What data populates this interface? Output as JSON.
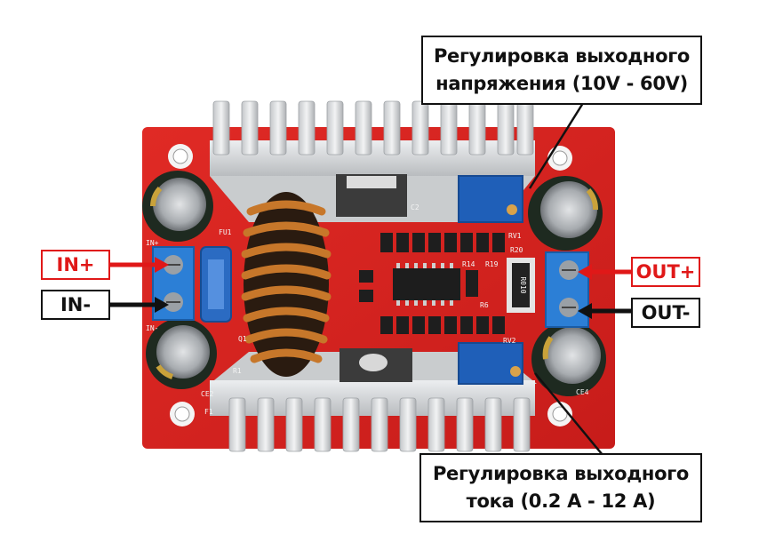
{
  "callouts": {
    "voltage": {
      "line1": "Регулировка выходного",
      "line2": "напряжения (10V - 60V)"
    },
    "current": {
      "line1": "Регулировка выходного",
      "line2": "тока (0.2 A - 12 A)"
    }
  },
  "terminals": {
    "in_plus": "IN+",
    "in_minus": "IN-",
    "out_plus": "OUT+",
    "out_minus": "OUT-"
  },
  "board": {
    "pcb_color": "#d9221f",
    "heatsink_color": "#d4d6d8",
    "inductor_color": "#b5651d",
    "terminal_block_color": "#2c7fd6",
    "trimmer_color": "#1f5fb8",
    "silkscreen": {
      "rv1": "RV1",
      "rv2": "RV2",
      "r20": "R20",
      "r14": "R14",
      "r19": "R19",
      "r6": "R6",
      "r010": "R010",
      "fu1": "FU1",
      "ce4": "CE4",
      "q1": "Q1",
      "r1": "R1",
      "ce2": "CE2",
      "f1": "F1",
      "c2": "C2",
      "in_plus_silk": "IN+",
      "in_minus_silk": "IN-"
    }
  },
  "colors": {
    "arrow_red": "#e01818",
    "arrow_black": "#111111"
  }
}
